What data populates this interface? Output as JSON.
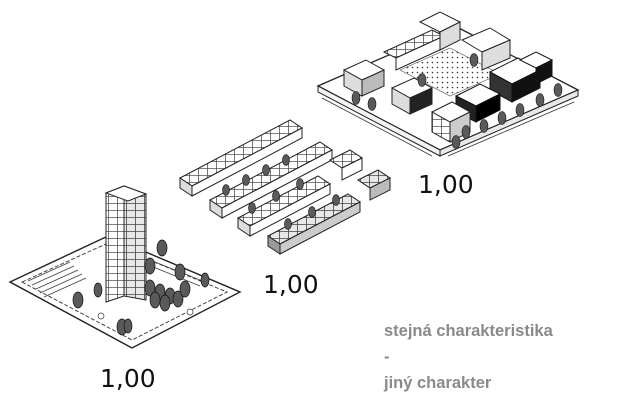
{
  "labels": {
    "far_perimeter_block": "1,00",
    "far_row_housing": "1,00",
    "far_tower": "1,00"
  },
  "caption": {
    "line1": "stejná charakteristika",
    "line2": "-",
    "line3": "jiný charakter"
  },
  "colors": {
    "text_caption": "#8a8a8a",
    "ink": "#111111"
  }
}
